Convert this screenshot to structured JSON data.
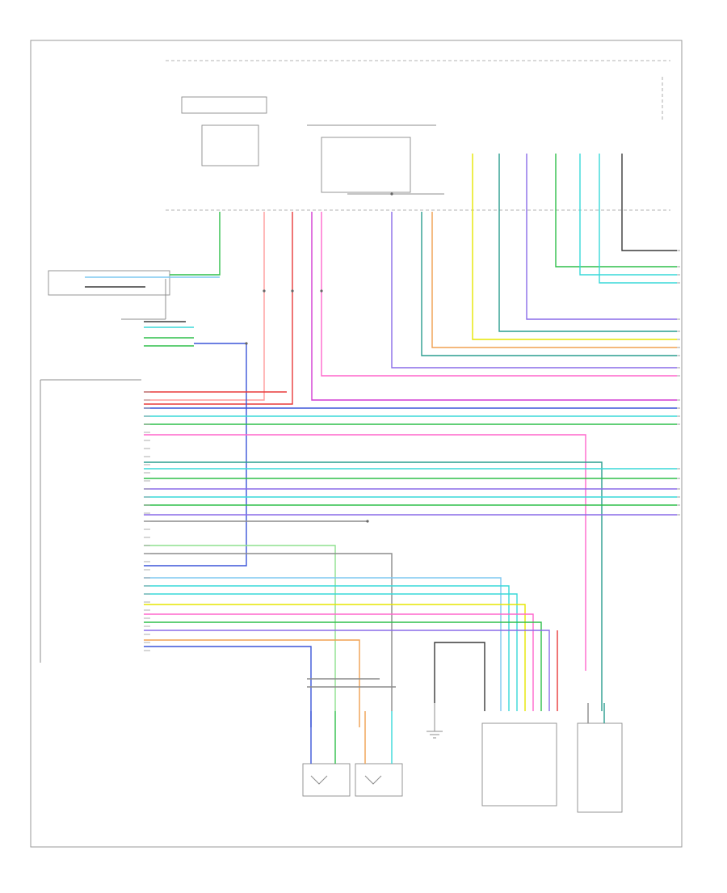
{
  "diagram": {
    "footer_label": "",
    "section_label": "",
    "wire_colors": {
      "black": "#3a3a3a",
      "green": "#2fbf4a",
      "light_green": "#8ee08e",
      "pink": "#ff66cc",
      "magenta": "#d23bd2",
      "red": "#e83a3a",
      "light_red": "#ff9c9c",
      "blue": "#3b55d8",
      "light_blue": "#7fc8f0",
      "cyan": "#39d8d8",
      "yellow": "#e6e600",
      "orange": "#f0a050",
      "teal": "#2a9d8f",
      "purple": "#8a6ce8",
      "gray": "#8c8c8c"
    },
    "components": [
      {
        "id": "fuse-relay-box",
        "icon": "fuse-box-icon"
      },
      {
        "id": "blend-door-actuator",
        "icon": "actuator-icon"
      },
      {
        "id": "mode-door-actuator",
        "icon": "actuator-icon"
      },
      {
        "id": "ground",
        "icon": "ground-icon"
      },
      {
        "id": "control-module",
        "icon": "module-icon"
      },
      {
        "id": "sensor",
        "icon": "sensor-icon"
      }
    ]
  }
}
